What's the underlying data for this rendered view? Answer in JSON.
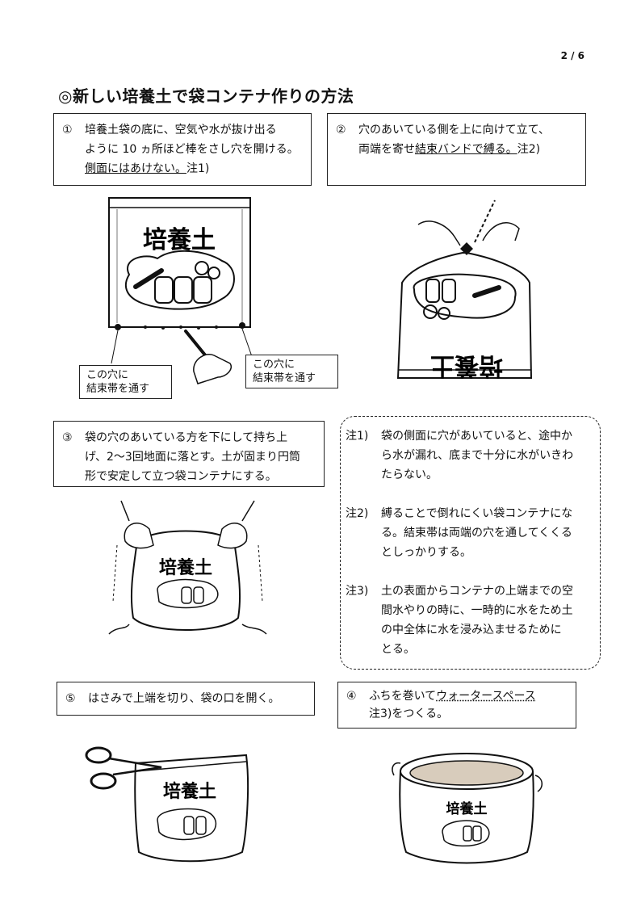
{
  "page_number": "2 / 6",
  "title": "◎新しい培養土で袋コンテナ作りの方法",
  "bag_print": "培養土",
  "steps": {
    "s1": {
      "num": "①",
      "line1": "培養土袋の底に、空気や水が抜け出る",
      "line2": "ように 10 ヵ所ほど棒をさし穴を開ける。",
      "line3_ul": "側面にはあけない。",
      "line3_tail": "注1)"
    },
    "s2": {
      "num": "②",
      "line1": "穴のあいている側を上に向けて立て、",
      "line2_pre": "両端を寄せ",
      "line2_ul": "結束バンドで縛る。",
      "line2_tail": "注2)"
    },
    "s3": {
      "num": "③",
      "line1": "袋の穴のあいている方を下にして持ち上",
      "line2": "げ、2～3回地面に落とす。土が固まり円筒",
      "line3": "形で安定して立つ袋コンテナにする。"
    },
    "s4": {
      "num": "④",
      "line1_pre": "ふちを巻いて",
      "line1_ul": "ウォータースペース",
      "line2": "注3)をつくる。"
    },
    "s5": {
      "num": "⑤",
      "line1": "はさみで上端を切り、袋の口を開く。"
    }
  },
  "labels": {
    "left": {
      "line1": "この穴に",
      "line2": "結束帯を通す"
    },
    "right": {
      "line1": "この穴に",
      "line2": "結束帯を通す"
    }
  },
  "notes": [
    {
      "head": "注1)",
      "lines": [
        "袋の側面に穴があいていると、途中か",
        "ら水が漏れ、底まで十分に水がいきわ",
        "たらない。"
      ]
    },
    {
      "head": "注2)",
      "lines": [
        "縛ることで倒れにくい袋コンテナにな",
        "る。結束帯は両端の穴を通してくくる",
        "としっかりする。"
      ]
    },
    {
      "head": "注3)",
      "lines": [
        "土の表面からコンテナの上端までの空",
        "間水やりの時に、一時的に水をため土",
        "の中全体に水を浸み込ませるために",
        "とる。"
      ]
    }
  ]
}
